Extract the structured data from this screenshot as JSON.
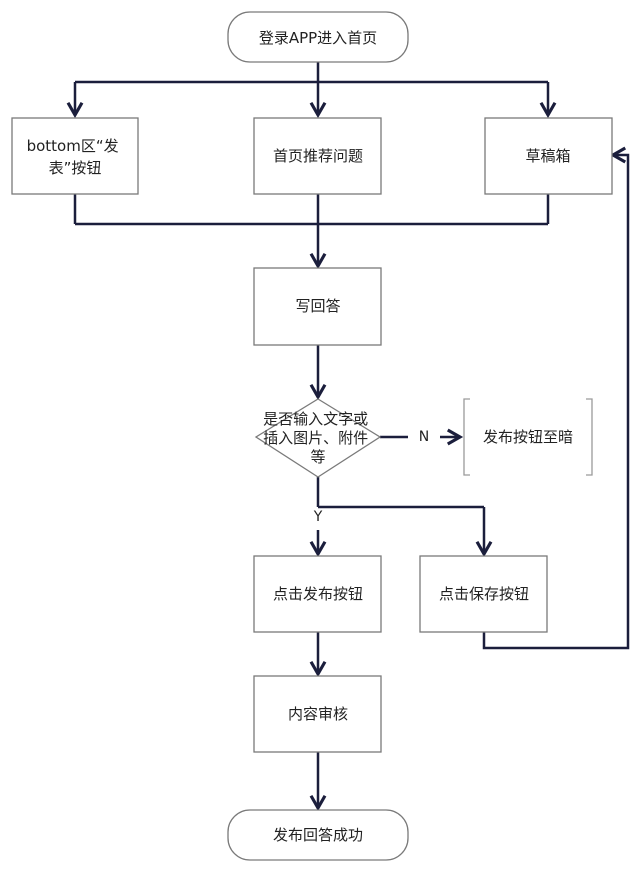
{
  "colors": {
    "line": "#1b1e3c",
    "box": "#7a7a7a",
    "text": "#222222",
    "bg": "#ffffff"
  },
  "nodes": {
    "start": "登录APP进入首页",
    "bottom_publish": [
      "bottom区“发",
      "表”按钮"
    ],
    "home_recommend": "首页推荐问题",
    "drafts": "草稿箱",
    "write_answer": "写回答",
    "decision": [
      "是否输入文字或",
      "插入图片、附件",
      "等"
    ],
    "publish_dim": "发布按钮至暗",
    "click_publish": "点击发布按钮",
    "click_save": "点击保存按钮",
    "review": "内容审核",
    "end": "发布回答成功"
  },
  "edge_labels": {
    "no": "N",
    "yes": "Y"
  }
}
